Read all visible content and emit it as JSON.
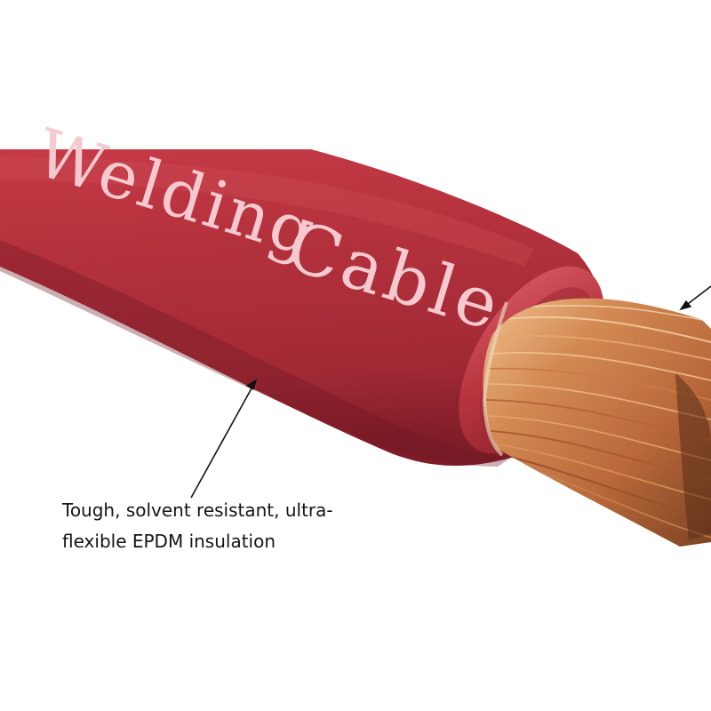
{
  "product_print": {
    "line1": "Welding",
    "line2": "Cable"
  },
  "callout": {
    "line1": "Tough, solvent resistant, ultra-",
    "line2": "flexible EPDM insulation"
  },
  "colors": {
    "jacket": "#b3313c",
    "jacket_dark": "#8a1f2a",
    "print": "#f4c9cf",
    "copper": "#c97a42",
    "background": "#ffffff"
  },
  "icons": [
    "arrow-icon",
    "arrow-icon"
  ]
}
